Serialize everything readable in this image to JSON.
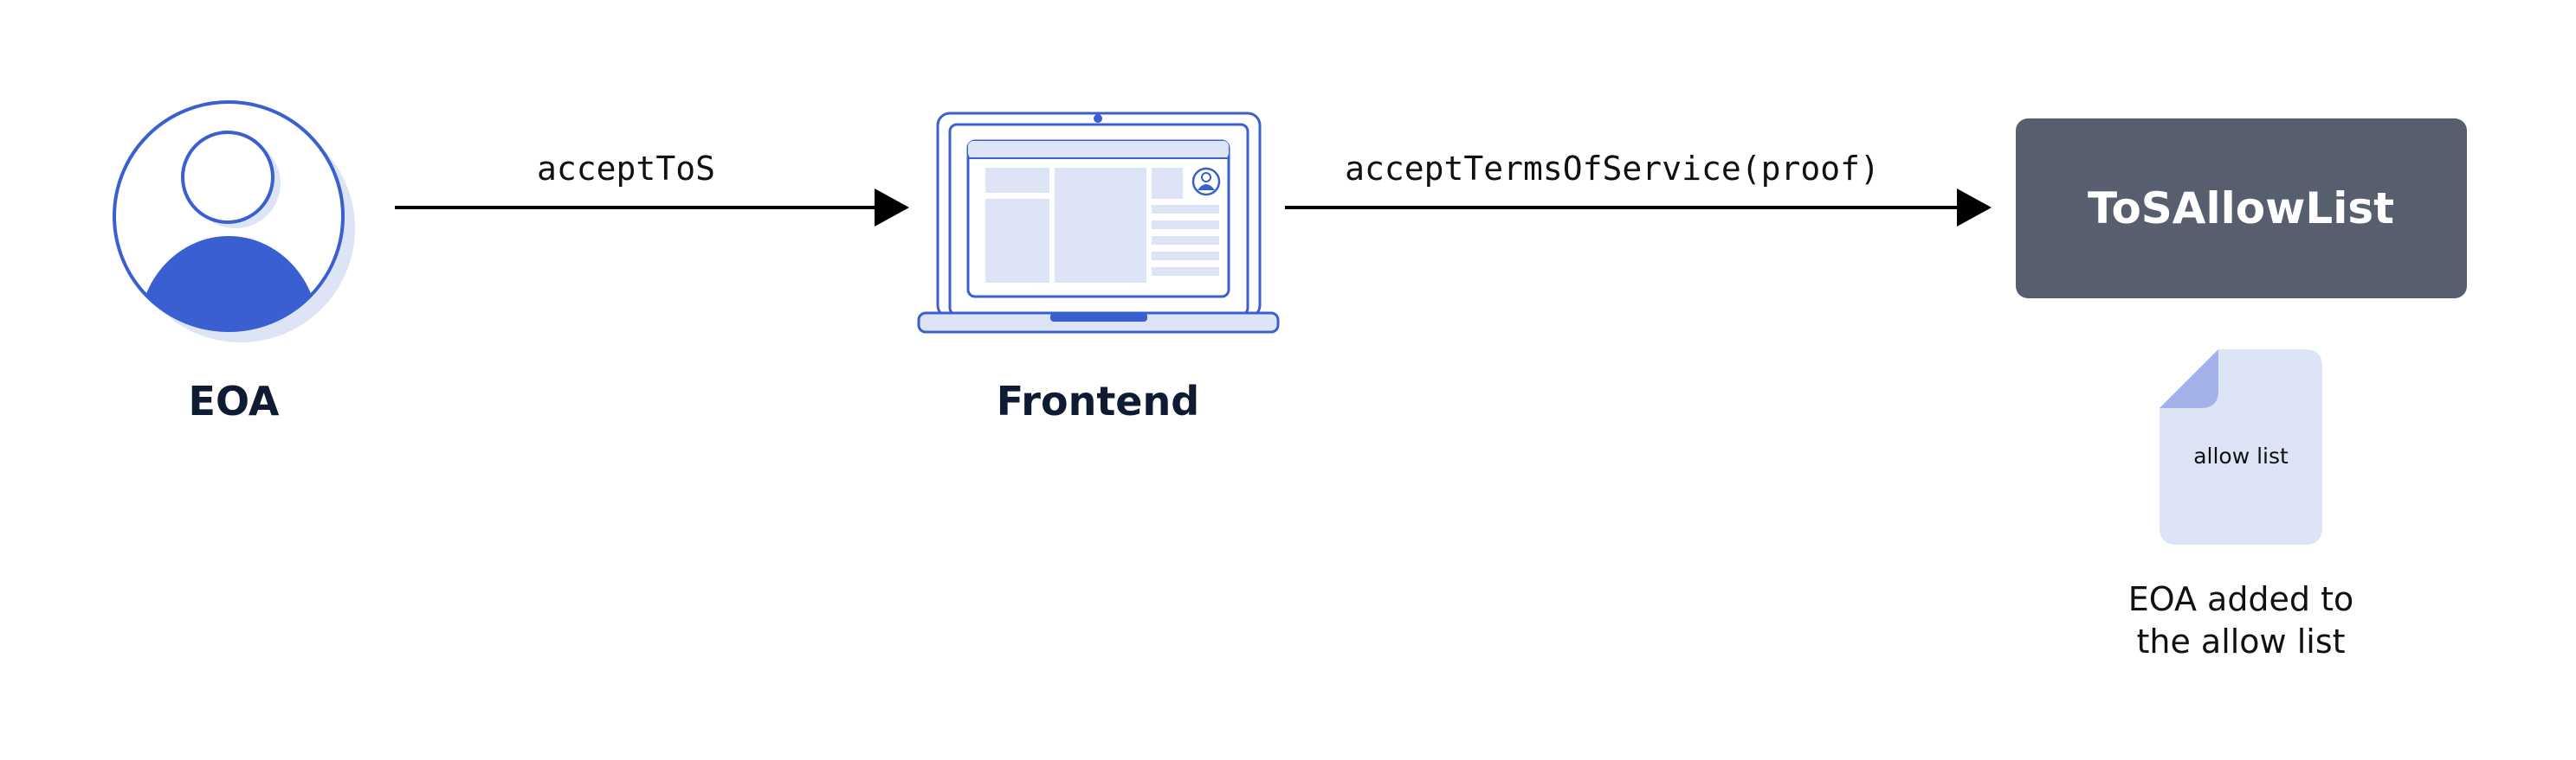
{
  "nodes": {
    "eoa": {
      "label": "EOA"
    },
    "frontend": {
      "label": "Frontend"
    },
    "tos_allow_list": {
      "label": "ToSAllowList"
    }
  },
  "edges": {
    "eoa_to_frontend": {
      "label": "acceptToS"
    },
    "frontend_to_contract": {
      "label": "acceptTermsOfService(proof)"
    }
  },
  "document": {
    "label": "allow list",
    "caption_line1": "EOA added to",
    "caption_line2": "the allow list"
  },
  "colors": {
    "accent_blue": "#3a5fd0",
    "light_blue": "#dde4f5",
    "mid_blue": "#a3b3ea",
    "box_gray": "#575e6e",
    "text_dark": "#0f1b33"
  },
  "icons": {
    "user": "user-avatar-icon",
    "laptop": "laptop-icon",
    "file": "document-icon"
  }
}
